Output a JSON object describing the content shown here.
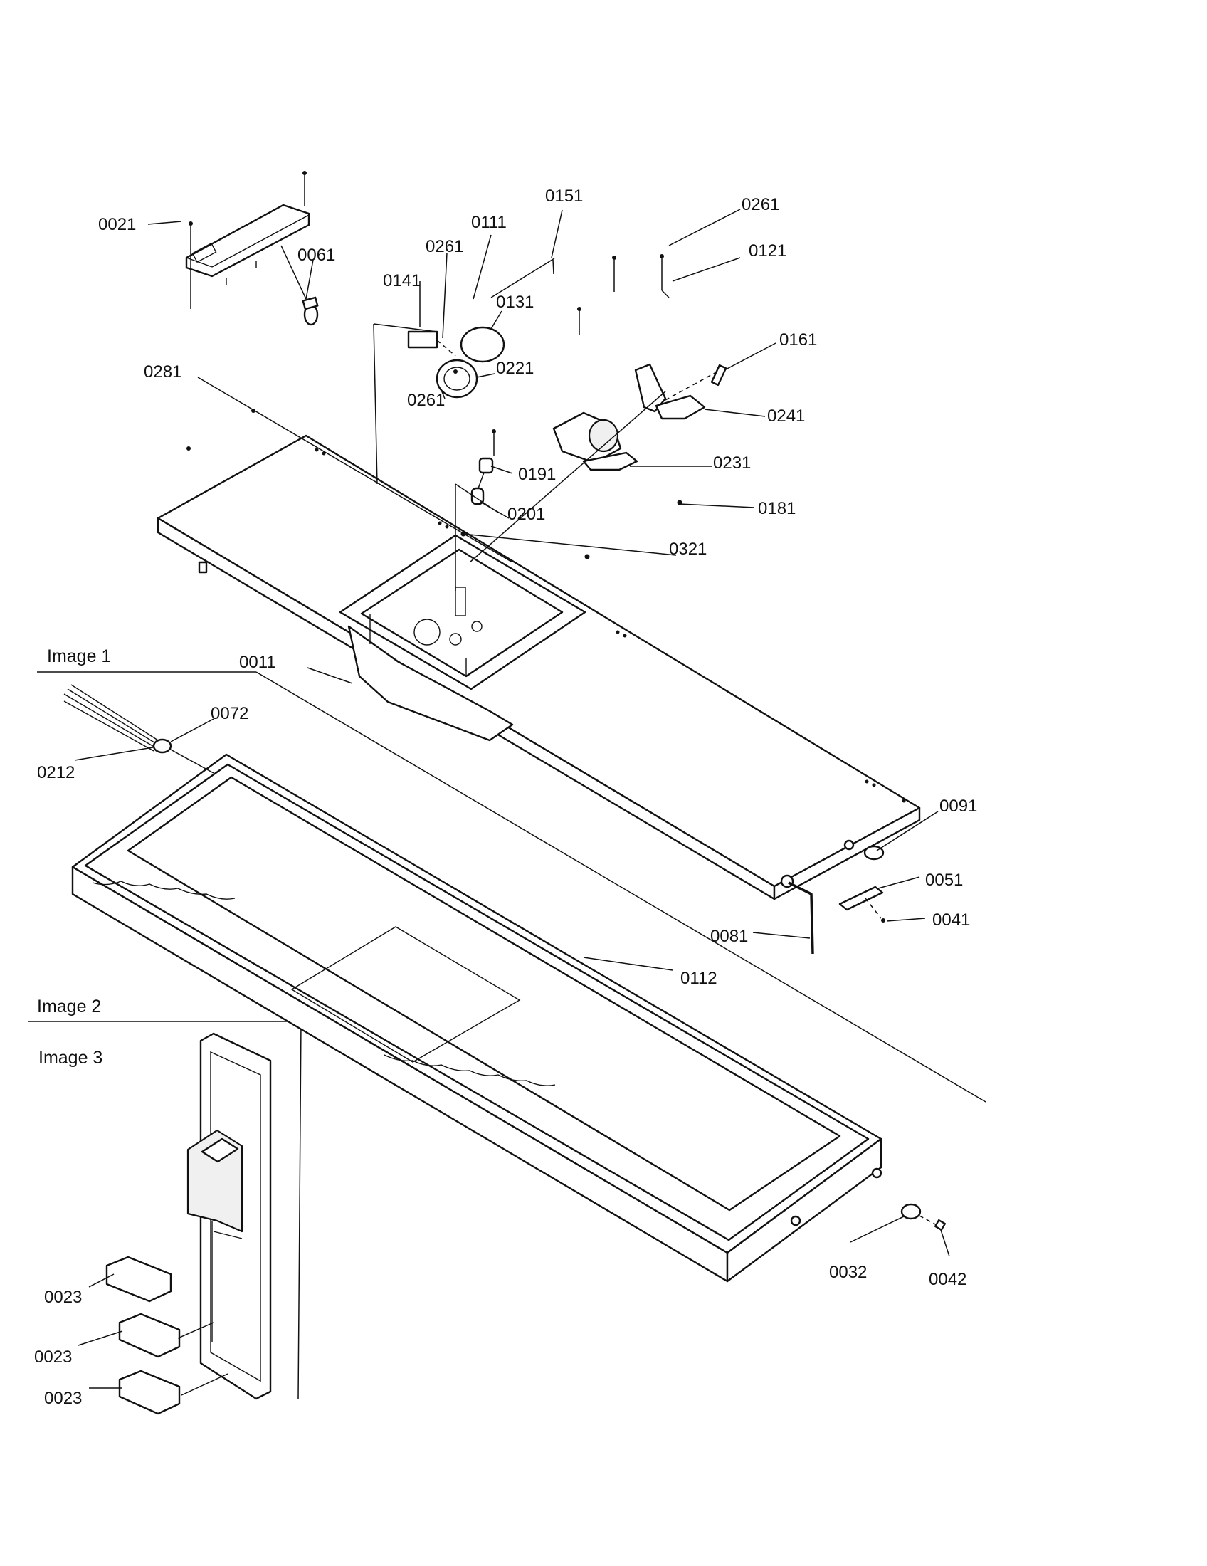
{
  "sections": {
    "image1": "Image 1",
    "image2": "Image 2",
    "image3": "Image 3"
  },
  "parts": {
    "p0021": "0021",
    "p0061": "0061",
    "p0261a": "0261",
    "p0111": "0111",
    "p0151": "0151",
    "p0261b": "0261",
    "p0121": "0121",
    "p0141": "0141",
    "p0131": "0131",
    "p0221": "0221",
    "p0261c": "0261",
    "p0161": "0161",
    "p0241": "0241",
    "p0281": "0281",
    "p0191": "0191",
    "p0231": "0231",
    "p0201": "0201",
    "p0181": "0181",
    "p0321": "0321",
    "p0011": "0011",
    "p0072": "0072",
    "p0212": "0212",
    "p0091": "0091",
    "p0051": "0051",
    "p0041": "0041",
    "p0081": "0081",
    "p0112": "0112",
    "p0032": "0032",
    "p0042": "0042",
    "p0023a": "0023",
    "p0023b": "0023",
    "p0023c": "0023"
  }
}
